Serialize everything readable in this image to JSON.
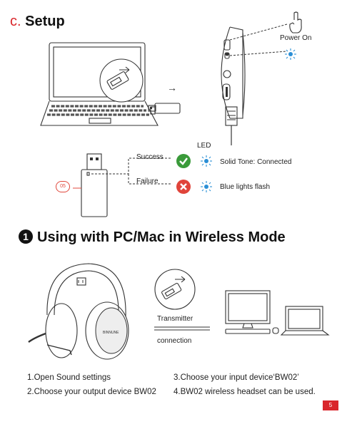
{
  "setup": {
    "letter": "c.",
    "title": "Setup"
  },
  "power": {
    "label": "Power On"
  },
  "led": {
    "label": "LED"
  },
  "status": {
    "success_label": "Success",
    "failure_label": "Failure",
    "connected_text": "Solid Tone: Connected",
    "flash_text": "Blue lights flash"
  },
  "dongle": {
    "badge": "05"
  },
  "section": {
    "number": "1",
    "title": "Using with PC/Mac in Wireless Mode"
  },
  "wireless": {
    "transmitter_label": "Transmitter",
    "connection_label": "connection"
  },
  "steps": [
    "1.Open Sound settings",
    "2.Choose your output device BW02",
    "3.Choose your input device‘BW02’",
    "4.BW02 wireless  headset can be used."
  ],
  "headset": {
    "brand": "BINNUNE"
  },
  "colors": {
    "accent_red": "#d9262b",
    "success_green": "#3a9a3a",
    "failure_red": "#e0443a",
    "led_blue": "#2b8fd6"
  },
  "page": {
    "number": "5"
  }
}
